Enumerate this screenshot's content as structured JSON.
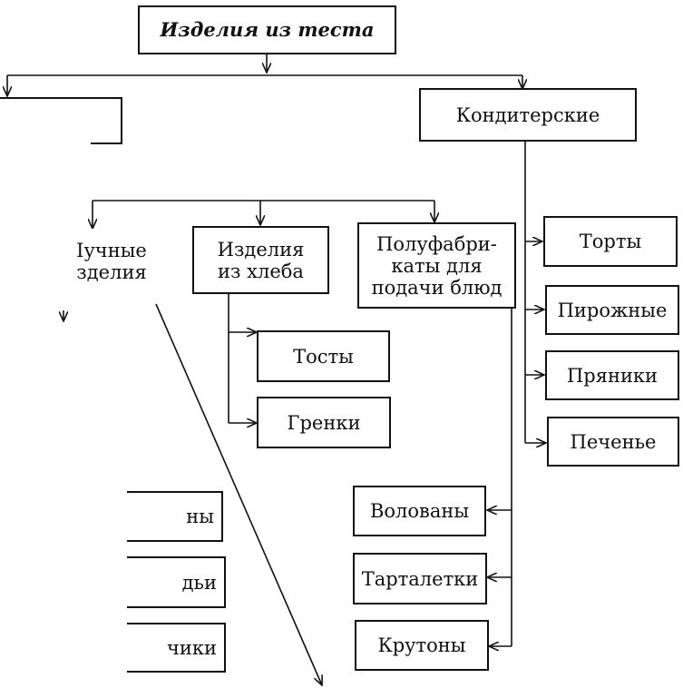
{
  "diagram": {
    "root": "Изделия из теста",
    "confectionery": {
      "label": "Кондитерские",
      "children": [
        "Торты",
        "Пирожные",
        "Пряники",
        "Печенье"
      ]
    },
    "flour_products": "Iучные\nзделия",
    "bread_products": {
      "label": "Изделия\nиз хлеба",
      "children": [
        "Тосты",
        "Гренки"
      ]
    },
    "semi_finished": {
      "label": "Полуфабри-\nкаты для\nподачи блюд",
      "children": [
        "Волованы",
        "Тарталетки",
        "Крутоны"
      ]
    },
    "cut_off_items": [
      "ны",
      "дьи",
      "чики"
    ]
  },
  "colors": {
    "ink": "#111111",
    "background": "#ffffff"
  }
}
